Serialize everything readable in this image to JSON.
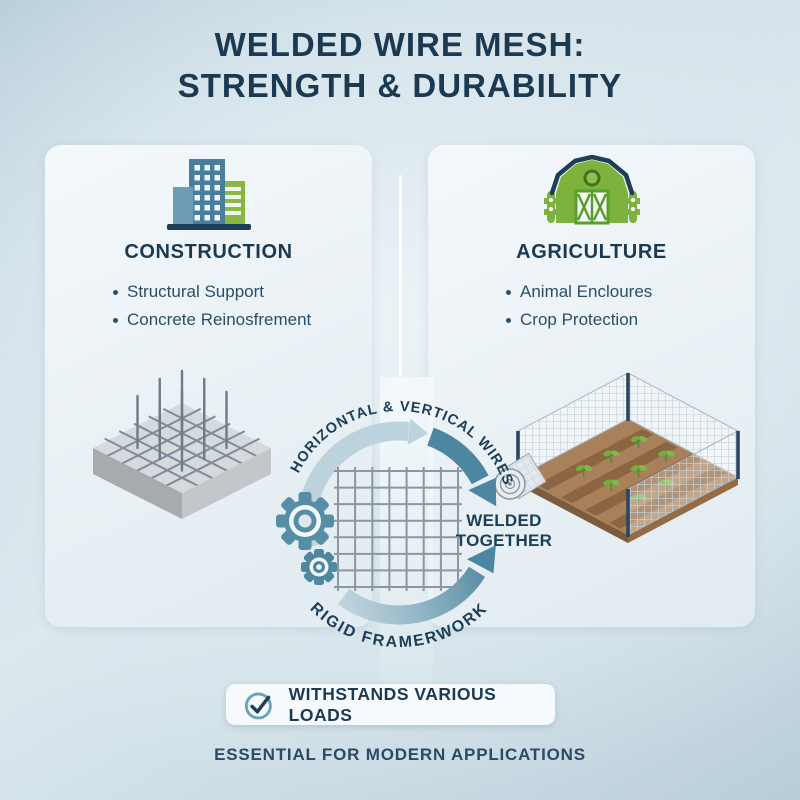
{
  "title": {
    "line1": "WELDED WIRE MESH:",
    "line2": "STRENGTH & DURABILITY"
  },
  "panels": {
    "construction": {
      "heading": "CONSTRUCTION",
      "bullets": [
        "Structural Support",
        "Concrete Reinosfrement"
      ],
      "icon": "buildings-icon",
      "illustration": "concrete-slab-with-rebar"
    },
    "agriculture": {
      "heading": "AGRICULTURE",
      "bullets": [
        "Animal Encloures",
        "Crop Protection"
      ],
      "icon": "barn-icon",
      "illustration": "fenced-crop-field-with-mesh-roll"
    }
  },
  "cycle": {
    "top_arc_label": "HORIZONTAL & VERTICAL WIRES",
    "bottom_arc_label": "RIGID FRAMERWORK",
    "center_label_line1": "WELDED",
    "center_label_line2": "TOGETHER",
    "icons": [
      "wire-mesh-grid",
      "gears-icon"
    ]
  },
  "badge": {
    "label": "WITHSTANDS VARIOUS LOADS",
    "icon": "check-circle-icon"
  },
  "footer": {
    "text": "ESSENTIAL FOR MODERN APPLICATIONS"
  },
  "colors": {
    "navy": "#1b3a52",
    "teal": "#4d86a0",
    "pale_teal": "#bcd2dc",
    "gear_teal": "#578ea6",
    "green": "#85b33c",
    "building_blue": "#497e9d",
    "soil_brown": "#a8805a",
    "card_bg": "#eef4f8"
  }
}
